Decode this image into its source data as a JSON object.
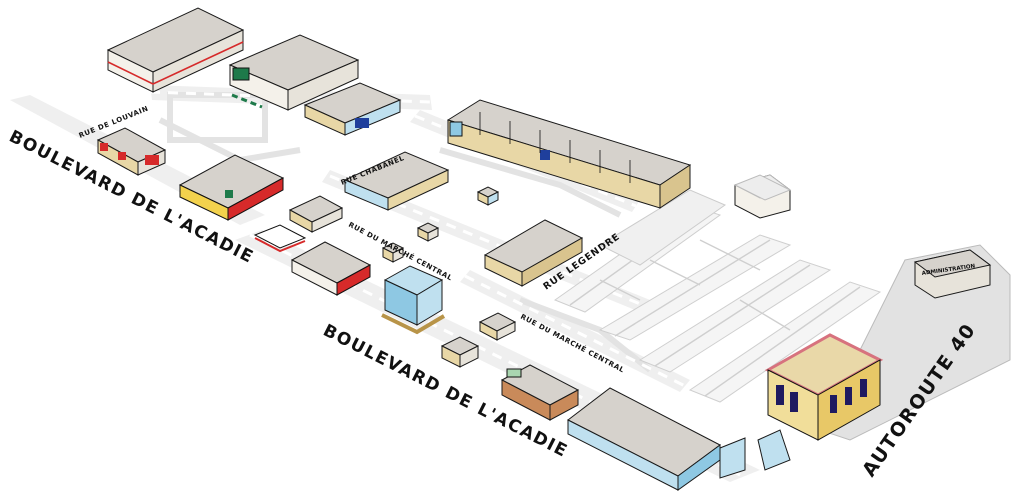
{
  "map": {
    "streets": {
      "boulevard_acadie_top": "BOULEVARD DE L'ACADIE",
      "boulevard_acadie_bottom": "BOULEVARD DE L'ACADIE",
      "rue_louvain": "RUE DE LOUVAIN",
      "rue_chabanel": "RUE CHABANEL",
      "rue_marche_central_1": "RUE DU MARCHÉ CENTRAL",
      "rue_marche_central_2": "RUE DU MARCHÉ CENTRAL",
      "rue_legendre": "RUE LEGENDRE",
      "autoroute_40": "AUTOROUTE 40"
    },
    "buildings": {
      "administration": "ADMINISTRATION"
    },
    "colors": {
      "roof": "#d6d2cc",
      "road": "#efefef",
      "glass": "#bfe0ef",
      "beige": "#e8d7a6",
      "accent_red": "#d62a2a",
      "accent_blue": "#1f3f9c",
      "accent_green": "#1e7a4a"
    }
  }
}
